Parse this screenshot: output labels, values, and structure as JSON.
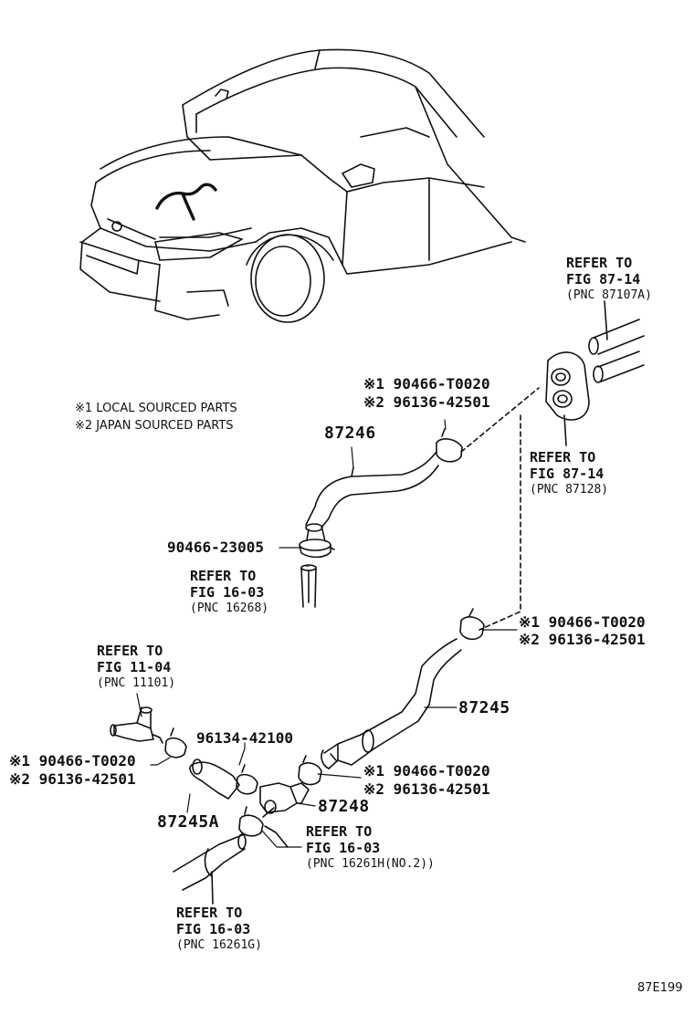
{
  "notes": {
    "n1": "※1 LOCAL SOURCED PARTS",
    "n2": "※2 JAPAN SOURCED PARTS"
  },
  "refs": {
    "r87107": {
      "l1": "REFER TO",
      "l2": "FIG 87-14",
      "l3": "(PNC 87107A)"
    },
    "r87128": {
      "l1": "REFER TO",
      "l2": "FIG 87-14",
      "l3": "(PNC 87128)"
    },
    "r16268": {
      "l1": "REFER TO",
      "l2": "FIG 16-03",
      "l3": "(PNC 16268)"
    },
    "r11101": {
      "l1": "REFER TO",
      "l2": "FIG 11-04",
      "l3": "(PNC 11101)"
    },
    "r16261h": {
      "l1": "REFER TO",
      "l2": "FIG 16-03",
      "l3": "(PNC 16261H(NO.2))"
    },
    "r16261g": {
      "l1": "REFER TO",
      "l2": "FIG 16-03",
      "l3": "(PNC 16261G)"
    }
  },
  "parts": {
    "p87246": "87246",
    "p87245": "87245",
    "p87245a": "87245A",
    "p87248": "87248",
    "p90466_23005": "90466-23005",
    "p96134_42100": "96134-42100",
    "clampA1": "※1 90466-T0020",
    "clampA2": "※2 96136-42501",
    "clampB1": "※1 90466-T0020",
    "clampB2": "※2 96136-42501",
    "clampC1": "※1 90466-T0020",
    "clampC2": "※2 96136-42501",
    "clampD1": "※1 90466-T0020",
    "clampD2": "※2 96136-42501"
  },
  "diagram_code": "87E199"
}
